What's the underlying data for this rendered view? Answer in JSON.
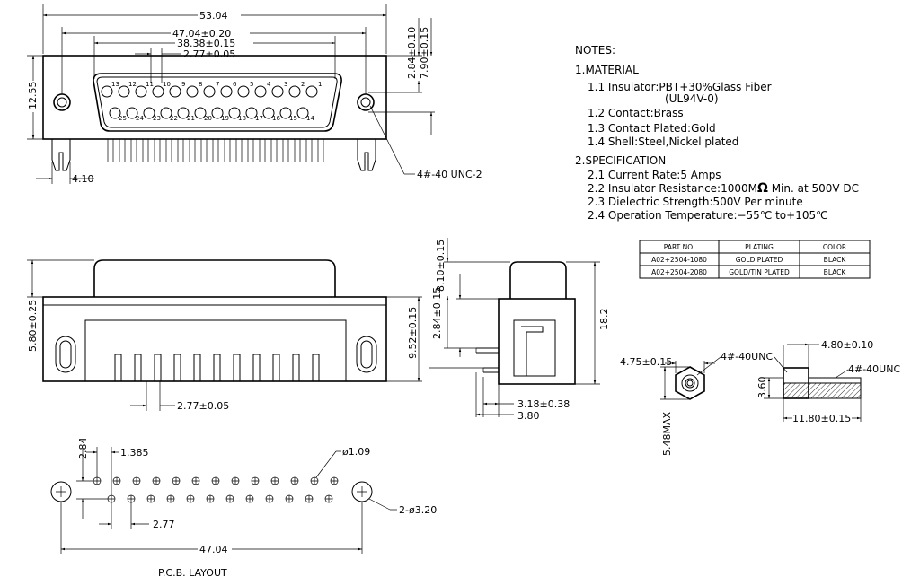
{
  "front_view": {
    "dim_overall": "53.04",
    "dim_holes": "47.04±0.20",
    "dim_shell": "38.38±0.15",
    "dim_pitch": "2.77±0.05",
    "dim_height": "12.55",
    "dim_foot": "4.10",
    "dim_top_offset": "2.84±0.10",
    "dim_row_offset": "7.90±0.15",
    "thread_note": "4#-40 UNC-2",
    "top_pin_numbers": [
      "13",
      "12",
      "11",
      "10",
      "9",
      "8",
      "7",
      "6",
      "5",
      "4",
      "3",
      "2",
      "1"
    ],
    "bottom_pin_numbers": [
      "25",
      "24",
      "23",
      "22",
      "21",
      "20",
      "19",
      "18",
      "17",
      "16",
      "15",
      "14"
    ]
  },
  "notes": {
    "heading": "NOTES:",
    "material_heading": "1.MATERIAL",
    "material_1": "1.1  Insulator:PBT+30%Glass  Fiber",
    "material_1b": "(UL94V-0)",
    "material_2": "1.2  Contact:Brass",
    "material_3": "1.3  Contact  Plated:Gold",
    "material_4": "1.4  Shell:Steel,Nickel  plated",
    "spec_heading": "2.SPECIFICATION",
    "spec_1": "2.1  Current  Rate:5  Amps",
    "spec_2a": "2.2  Insulator  Resistance:1000M",
    "spec_2_ohm": "Ω",
    "spec_2b": " Min.  at  500V  DC",
    "spec_3": "2.3  Dielectric  Strength:500V  Per  minute",
    "spec_4": "2.4  Operation  Temperature:−55℃  to+105℃"
  },
  "parts_table": {
    "headers": [
      "PART NO.",
      "PLATING",
      "COLOR"
    ],
    "rows": [
      [
        "A02+2504-1080",
        "GOLD  PLATED",
        "BLACK"
      ],
      [
        "A02+2504-2080",
        "GOLD/TIN  PLATED",
        "BLACK"
      ]
    ]
  },
  "side_views": {
    "dim_body_height": "5.80±0.25",
    "dim_pin_pitch": "2.77±0.05",
    "dim_total_height": "8.10±0.15",
    "dim_pin_offset": "2.84±0.15",
    "dim_rear": "9.52±0.15",
    "dim_depth": "18.2",
    "dim_tail": "3.18±0.38",
    "dim_tail2": "3.80"
  },
  "screw_views": {
    "dim_hex": "4.75±0.15",
    "thread_a": "4#-40UNC",
    "dim_max": "5.48MAX",
    "dim_head": "4.80±0.10",
    "thread_b": "4#-40UNC",
    "dim_dia": "3.60",
    "dim_length": "11.80±0.15"
  },
  "pcb_layout": {
    "dim_row": "2.84",
    "dim_half_pitch": "1.385",
    "dim_hole": "ø1.09",
    "dim_mount": "2-ø3.20",
    "dim_pitch": "2.77",
    "dim_span": "47.04",
    "title": "P.C.B.  LAYOUT"
  }
}
